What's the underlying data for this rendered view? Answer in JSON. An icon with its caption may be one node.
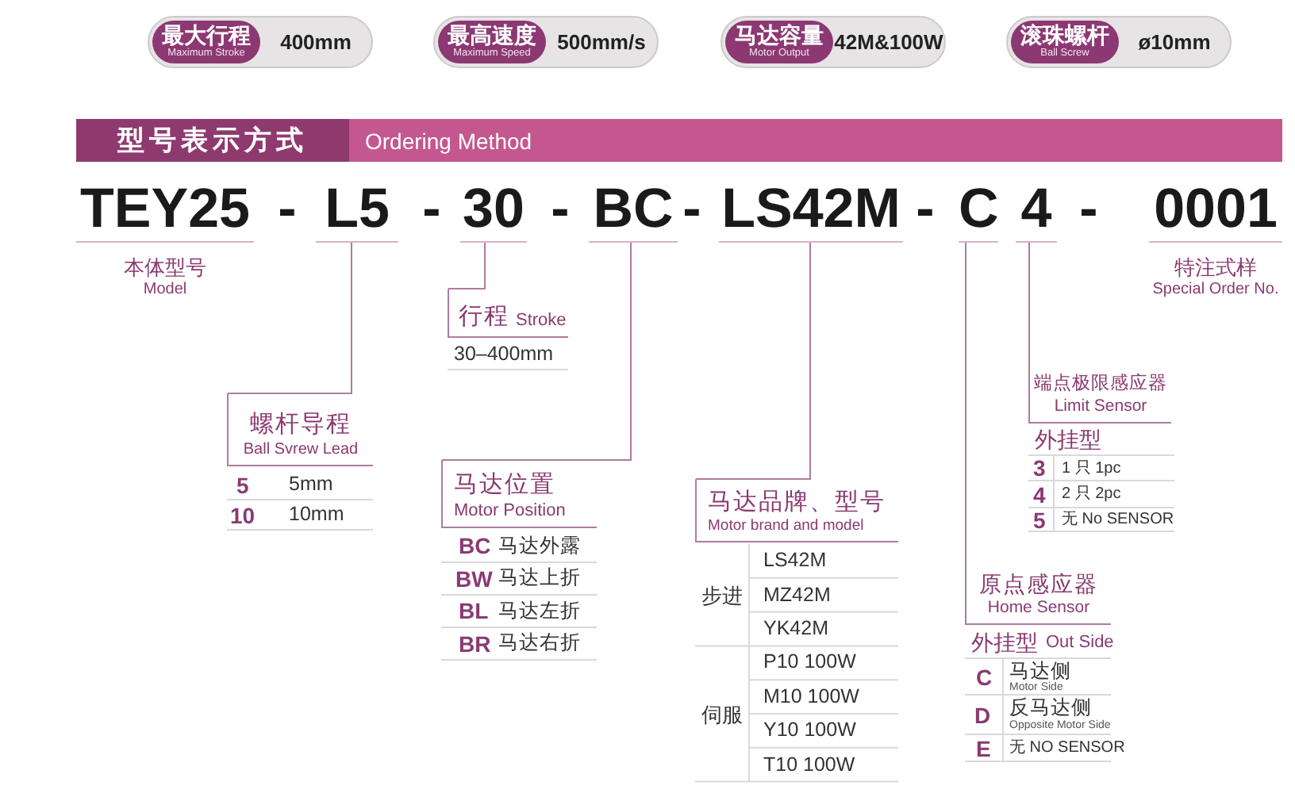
{
  "diagram": {
    "nodes": [
      {
        "text": [
          "最大行程",
          "Maximum Stroke",
          "400mm"
        ]
      },
      {
        "text": [
          "最高速度",
          "Maximum Speed",
          "500mm/s"
        ]
      },
      {
        "text": [
          "马达容量",
          "Motor Output",
          "42M&100W"
        ]
      },
      {
        "text": [
          "滚珠螺杆",
          "Ball Screw",
          "ø10mm"
        ]
      },
      {
        "text": [
          "型号表示方式",
          "Ordering Method"
        ]
      },
      {
        "text": [
          "TEY25"
        ],
        "beside": [
          "本体型号",
          "Model"
        ]
      },
      {
        "text": [
          "L5"
        ]
      },
      {
        "text": [
          "30"
        ]
      },
      {
        "text": [
          "BC"
        ]
      },
      {
        "text": [
          "LS42M"
        ]
      },
      {
        "text": [
          "C"
        ]
      },
      {
        "text": [
          "4"
        ]
      },
      {
        "text": [
          "0001"
        ],
        "beside": [
          "特注式样",
          "Special Order No."
        ]
      },
      {
        "text": [
          "螺杆导程",
          "Ball Svrew Lead"
        ]
      },
      {
        "text": [
          "行程",
          "Stroke"
        ]
      },
      {
        "text": [
          "马达位置",
          "Motor Position"
        ]
      },
      {
        "text": [
          "马达品牌、型号",
          "Motor brand and model"
        ]
      },
      {
        "text": [
          "原点感应器",
          "Home Sensor"
        ]
      },
      {
        "text": [
          "端点极限感应器",
          "Limit Sensor"
        ]
      }
    ],
    "edges": [
      {
        "from": 6,
        "to": 13,
        "arrow": "none"
      },
      {
        "from": 7,
        "to": 14,
        "arrow": "none"
      },
      {
        "from": 8,
        "to": 15,
        "arrow": "none"
      },
      {
        "from": 9,
        "to": 16,
        "arrow": "none"
      },
      {
        "from": 10,
        "to": 17,
        "arrow": "none"
      },
      {
        "from": 11,
        "to": 18,
        "arrow": "none"
      }
    ],
    "labels": [
      "-",
      "-",
      "-",
      "-",
      "-",
      "-",
      "5",
      "5mm",
      "10",
      "10mm",
      "30–400mm",
      "BC",
      "马达外露",
      "BW",
      "马达上折",
      "BL",
      "马达左折",
      "BR",
      "马达右折",
      "步进",
      "LS42M",
      "MZ42M",
      "YK42M",
      "伺服",
      "P10 100W",
      "M10 100W",
      "Y10 100W",
      "T10 100W",
      "外挂型",
      "Out Side",
      "C",
      "马达侧",
      "Motor Side",
      "D",
      "反马达侧",
      "Opposite Motor Side",
      "E",
      "无 NO SENSOR",
      "外挂型",
      "3",
      "1 只 1pc",
      "4",
      "2 只 2pc",
      "5",
      "无 No SENSOR"
    ]
  }
}
